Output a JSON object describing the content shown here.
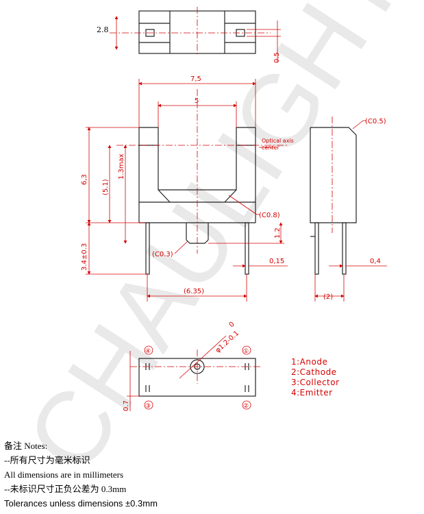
{
  "dimensions": {
    "top_thickness": "2.8",
    "top_pin_width": "0.5",
    "overall_width": "7,5",
    "slot_width": "5",
    "body_height": "6,3",
    "slot_depth": "(5.1)",
    "optical_max": "1.3max",
    "lead_length": "3.4±0.3",
    "chamfer_bottom": "(C0.8)",
    "chamfer_pin": "(C0.3)",
    "pin_height": "1.2",
    "lead_thickness": "0,15",
    "pin_spacing": "(6.35)",
    "side_chamfer": "(C0.5)",
    "side_pin_width": "0,4",
    "side_pin_spacing": "(2)",
    "hole_dia": "φ1.2-0.1",
    "hole_tol": "0",
    "bottom_margin": "0.7"
  },
  "optical_axis_label": [
    "Optical axis",
    "center"
  ],
  "pin_numbers": [
    "④",
    "①",
    "③",
    "②"
  ],
  "pin_legend": [
    "1:Anode",
    "2:Cathode",
    "3:Collector",
    "4:Emitter"
  ],
  "watermark": "CHAULIGHT",
  "notes": {
    "heading": "备注 Notes:",
    "line1": "--所有尺寸为毫米标识",
    "line2": "All dimensions are in millimeters",
    "line3": "--未标识尺寸正负公差为 0.3mm",
    "line4": "Tolerances unless dimensions ±0.3mm"
  },
  "colors": {
    "outline": "#222222",
    "dimension": "#d40000"
  }
}
